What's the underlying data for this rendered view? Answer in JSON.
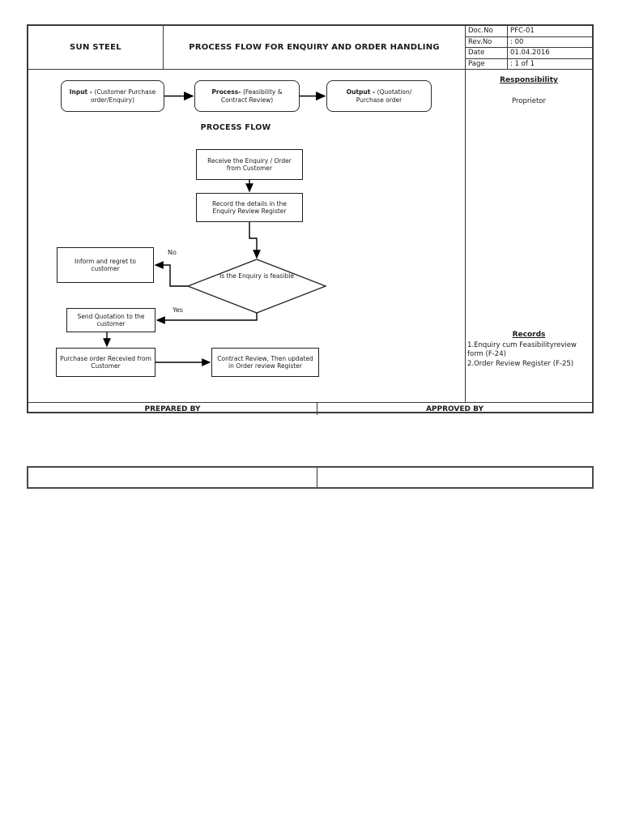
{
  "header": {
    "company": "SUN STEEL",
    "title": "PROCESS FLOW FOR ENQUIRY AND ORDER HANDLING",
    "doc_info": {
      "rows": [
        {
          "label": "Doc.No",
          "value": "PFC-01"
        },
        {
          "label": "Rev.No",
          "value": ": 00"
        },
        {
          "label": "Date",
          "value": "01.04.2016"
        },
        {
          "label": "Page",
          "value": ": 1 of 1"
        }
      ]
    }
  },
  "top_flow": {
    "input_bold": "Input - ",
    "input_rest": "(Customer Purchase order/Enquiry)",
    "process_bold": "Process- ",
    "process_rest": "(Feasibility & Contract Review)",
    "output_bold": "Output - ",
    "output_rest": "(Quotation/ Purchase order"
  },
  "flowchart": {
    "heading": "PROCESS FLOW",
    "steps": {
      "receive": "Receive the Enquiry / Order from Customer",
      "record": "Record the details in the Enquiry Review Register",
      "decision": "Is the Enquiry  is feasible",
      "inform": "Inform and regret to customer",
      "send": "Send Quotation to the customer",
      "purchase": "Purchase order Recevied from Customer",
      "contract": "Contract Review, Then updated in Order review Register"
    },
    "labels": {
      "no": "No",
      "yes": "Yes"
    }
  },
  "responsibility": {
    "heading": "Responsibility",
    "value": "Proprietor"
  },
  "records": {
    "heading": "Records",
    "items": [
      "1.Enquiry cum Feasibilityreview form  (F-24)",
      "2.Order Review Register (F-25)"
    ]
  },
  "footer": {
    "prepared": "PREPARED BY",
    "approved": "APPROVED BY"
  }
}
